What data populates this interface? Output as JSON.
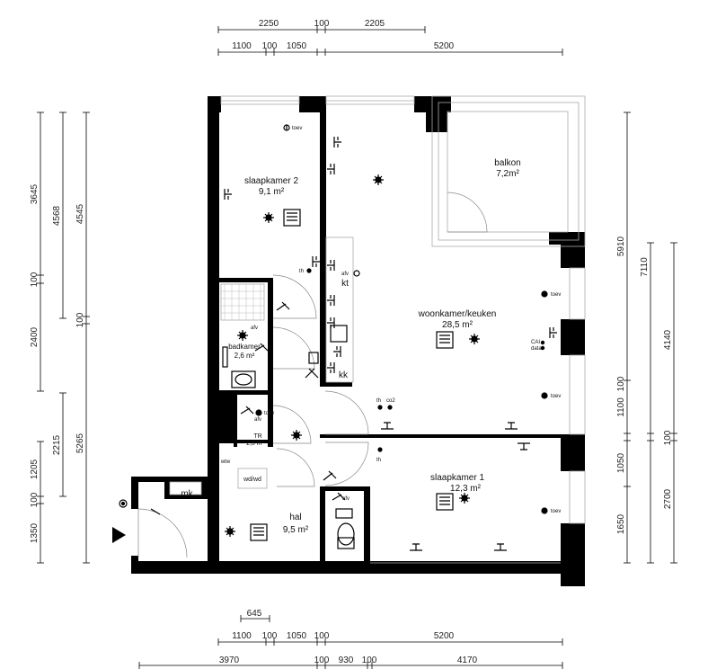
{
  "dimensions": {
    "top_row1": [
      "2250",
      "100",
      "2205"
    ],
    "top_row2": [
      "1100",
      "100",
      "1050",
      "5200"
    ],
    "bottom_small": [
      "645"
    ],
    "bottom_row1": [
      "1100",
      "100",
      "1050",
      "100",
      "5200"
    ],
    "bottom_row2": [
      "3970",
      "100",
      "930",
      "100",
      "4170"
    ],
    "left_outer": [
      "3645",
      "100",
      "2400",
      "1205",
      "100",
      "1350"
    ],
    "left_middle": [
      "4568",
      "2215"
    ],
    "left_inner": [
      "4545",
      "100",
      "5265"
    ],
    "right_inner": [
      "5910",
      "1100",
      "100",
      "1050",
      "1650"
    ],
    "right_outer": [
      "7110",
      "4140",
      "100",
      "2700"
    ]
  },
  "rooms": {
    "slaapkamer2": {
      "name": "slaapkamer 2",
      "area": "9,1 m²"
    },
    "balkon": {
      "name": "balkon",
      "area": "7,2m²"
    },
    "woonkamer": {
      "name": "woonkamer/keuken",
      "area": "28,5 m²"
    },
    "badkamer": {
      "name": "badkamer",
      "area": "2,6 m²"
    },
    "tr": {
      "name": "TR",
      "area": "2,0 m²"
    },
    "slaapkamer1": {
      "name": "slaapkamer 1",
      "area": "12,3 m²"
    },
    "hal": {
      "name": "hal",
      "area": "9,5 m²"
    }
  },
  "labels": {
    "kt": "kt",
    "kk": "kk",
    "mk": "mk",
    "wdwd": "wd/wd",
    "wtw": "wtw",
    "toev1": "toev",
    "toev2": "toev",
    "toev3": "toev",
    "toev4": "toev",
    "toev5": "toev",
    "afv1": "afv",
    "afv2": "afv",
    "afv3": "afv",
    "afv4": "afv",
    "th1": "th",
    "th2": "th",
    "th3": "th",
    "co2": "co2",
    "cai": "CAI",
    "data": "data"
  }
}
